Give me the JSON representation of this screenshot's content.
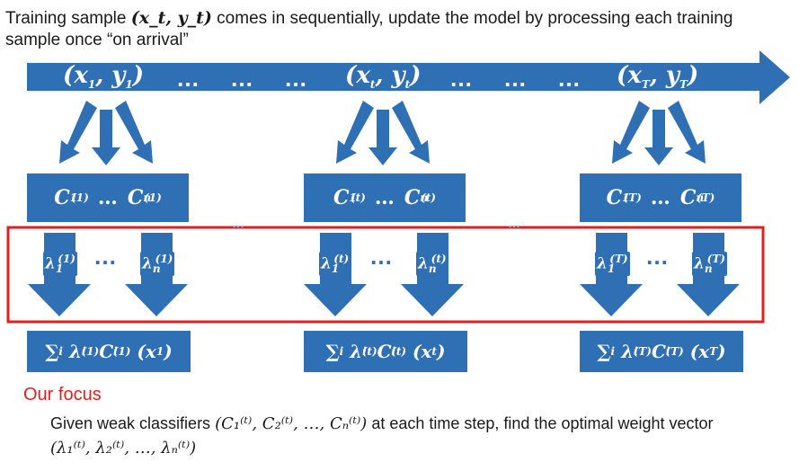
{
  "intro": {
    "prefix": "Training sample ",
    "pair": "(x_t, y_t)",
    "suffix": " comes in sequentially, update the model by processing each training sample once “on arrival”"
  },
  "timeline": {
    "samples": [
      {
        "x": "x",
        "xs": "1",
        "y": "y",
        "ys": "1"
      },
      {
        "x": "x",
        "xs": "t",
        "y": "y",
        "ys": "t"
      },
      {
        "x": "x",
        "xs": "T",
        "y": "y",
        "ys": "T"
      }
    ],
    "dots": "…"
  },
  "steps": [
    {
      "sup": "(1)",
      "sub_first": "1",
      "sub_last": "n",
      "input": "x",
      "input_sub": "1"
    },
    {
      "sup": "(t)",
      "sub_first": "1",
      "sub_last": "n",
      "input": "x",
      "input_sub": "t"
    },
    {
      "sup": "(T)",
      "sub_first": "1",
      "sub_last": "n",
      "input": "x",
      "input_sub": "T"
    }
  ],
  "labels": {
    "classifier": "C",
    "weight": "λ",
    "sum": "∑",
    "sum_index": "i",
    "dots": "…"
  },
  "focus": {
    "title": "Our focus",
    "line1_prefix": "Given weak classifiers ",
    "line1_tuple": "(C₁⁽ᵗ⁾, C₂⁽ᵗ⁾, …, Cₙ⁽ᵗ⁾)",
    "line1_suffix": " at each time step, find the optimal weight vector",
    "line2_tuple": "(λ₁⁽ᵗ⁾, λ₂⁽ᵗ⁾, …, λₙ⁽ᵗ⁾)"
  },
  "colors": {
    "blue": "#2f6fb3",
    "highlight": "#e02020"
  }
}
